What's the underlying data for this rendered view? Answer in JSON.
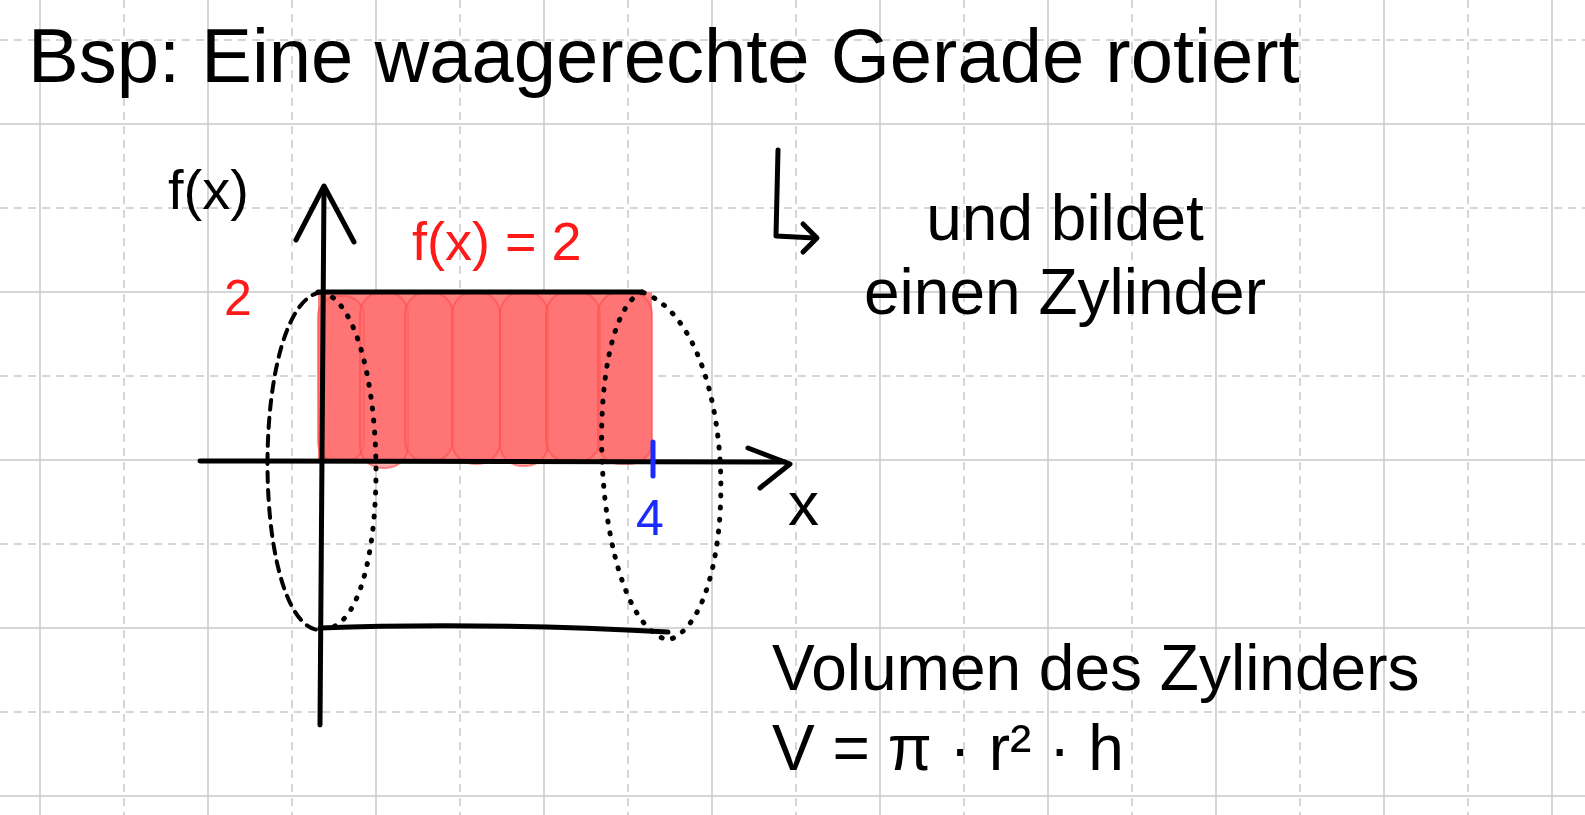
{
  "diagram": {
    "title": "Bsp: Eine waagerechte Gerade rotiert",
    "labels": [
      "f(x)",
      "f(x) = 2",
      "2",
      "4",
      "x",
      "und bildet einen Zylinder",
      "Volumen des Zylinders",
      "V = π · r² · h"
    ]
  }
}
